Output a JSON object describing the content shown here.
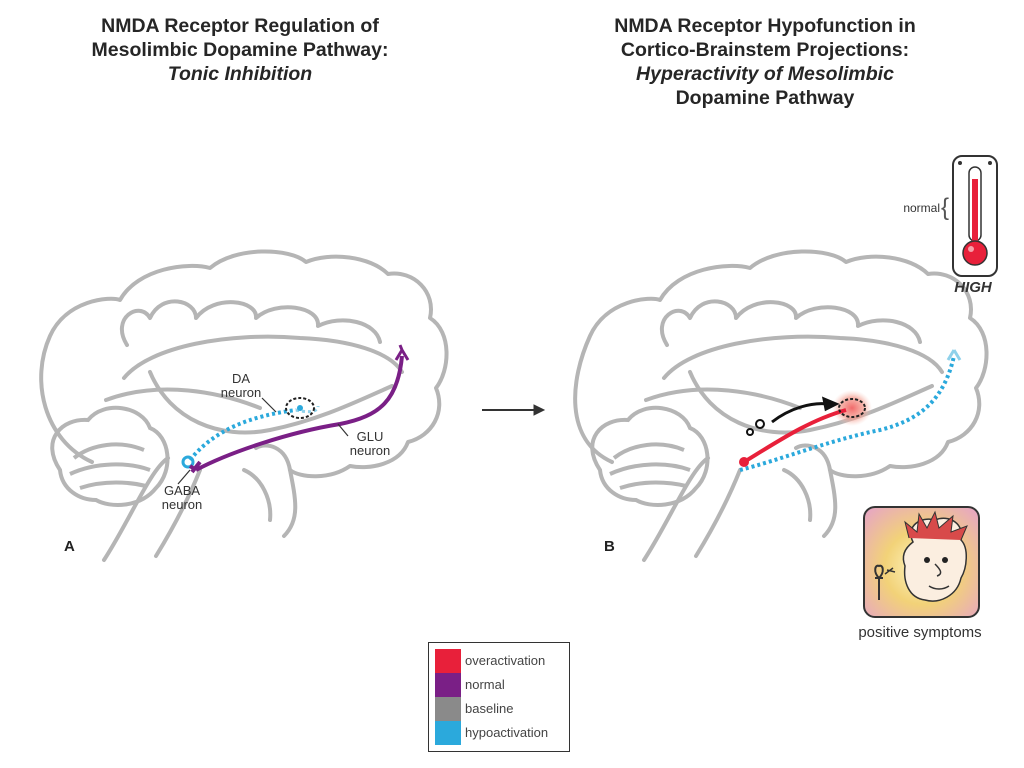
{
  "panel_a": {
    "title_line1": "NMDA Receptor Regulation of",
    "title_line2": "Mesolimbic Dopamine Pathway:",
    "title_line3": "Tonic Inhibition",
    "letter": "A",
    "labels": {
      "da_line1": "DA",
      "da_line2": "neuron",
      "glu_line1": "GLU",
      "glu_line2": "neuron",
      "gaba_line1": "GABA",
      "gaba_line2": "neuron"
    }
  },
  "panel_b": {
    "title_line1": "NMDA Receptor Hypofunction in",
    "title_line2": "Cortico-Brainstem Projections:",
    "title_line3": "Hyperactivity of Mesolimbic",
    "title_line4": "Dopamine Pathway",
    "letter": "B",
    "thermometer": {
      "normal_label": "normal",
      "level_label": "HIGH"
    },
    "cartoon_caption": "positive symptoms"
  },
  "legend": [
    {
      "label": "overactivation",
      "color": "#e8203a"
    },
    {
      "label": "normal",
      "color": "#7a1f86"
    },
    {
      "label": "baseline",
      "color": "#8a8a8a"
    },
    {
      "label": "hypoactivation",
      "color": "#2ba9dc"
    }
  ],
  "colors": {
    "brain_outline": "#b5b5b5",
    "dopamine_hypo": "#8fd1ea",
    "glu_normal": "#7a1f86",
    "overactive": "#e8203a"
  }
}
